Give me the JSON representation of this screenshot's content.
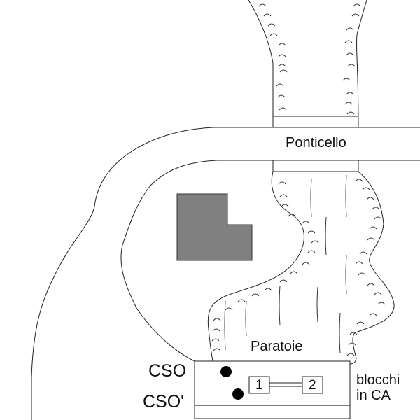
{
  "labels": {
    "bridge": "Ponticello",
    "gates": "Paratoie",
    "cso": "CSO",
    "cso_prime": "CSO'",
    "blocks_line1": "blocchi",
    "blocks_line2": "in CA",
    "block_1": "1",
    "block_2": "2"
  },
  "colors": {
    "background": "#ffffff",
    "line": "#222222",
    "building_fill": "#808080",
    "dot": "#000000"
  }
}
